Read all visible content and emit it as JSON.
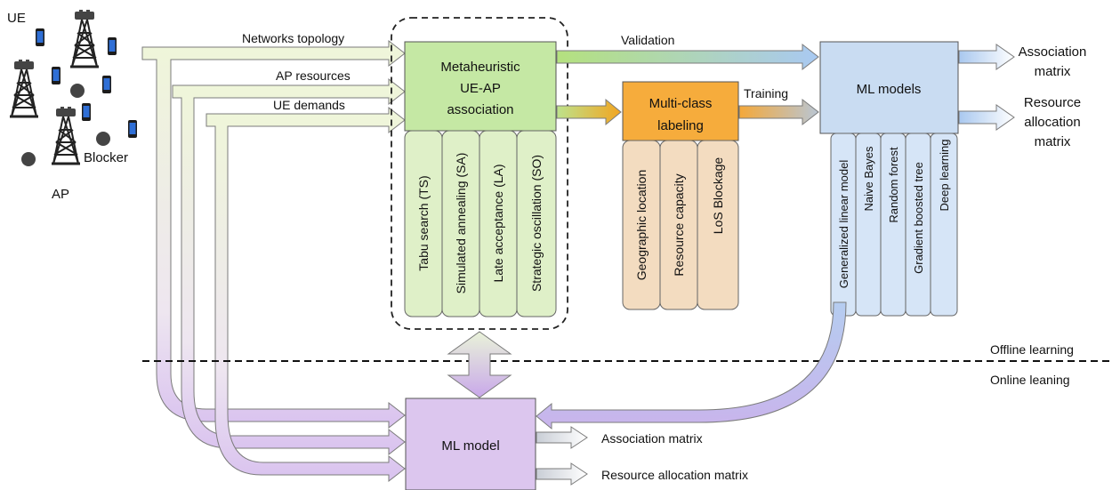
{
  "legend": {
    "ue_label": "UE",
    "blocker_label": "Blocker",
    "ap_label": "AP"
  },
  "inputs": {
    "networks_topology": "Networks topology",
    "ap_resources": "AP resources",
    "ue_demands": "UE demands"
  },
  "metaheuristic": {
    "title_line1": "Metaheuristic",
    "title_line2": "UE-AP",
    "title_line3": "association",
    "methods": [
      "Tabu search (TS)",
      "Simulated annealing (SA)",
      "Late acceptance (LA)",
      "Strategic oscillation (SO)"
    ]
  },
  "labeling": {
    "title_line1": "Multi-class",
    "title_line2": "labeling",
    "features": [
      "Geographic location",
      "Resource capacity",
      "LoS Blockage"
    ]
  },
  "ml_models": {
    "title": "ML models",
    "models": [
      "Generalized linear model",
      "Naive Bayes",
      "Random forest",
      "Gradient boosted tree",
      "Deep learning"
    ]
  },
  "flows": {
    "validation": "Validation",
    "training": "Training"
  },
  "outputs_offline": {
    "association_line1": "Association",
    "association_line2": "matrix",
    "resource_line1": "Resource",
    "resource_line2": "allocation",
    "resource_line3": "matrix"
  },
  "phases": {
    "offline": "Offline learning",
    "online": "Online leaning"
  },
  "online": {
    "title": "ML model",
    "association_output": "Association matrix",
    "resource_output": "Resource allocation matrix"
  },
  "colors": {
    "green_fill": "#c5e8a4",
    "green_sub": "#dff0c8",
    "orange_fill": "#f6ac3c",
    "tan_fill": "#f3dcc0",
    "blue_fill": "#c9dcf2",
    "blue_sub": "#d6e5f7",
    "purple_fill": "#dcc6ee",
    "input_arrow": "#eff6d9"
  }
}
